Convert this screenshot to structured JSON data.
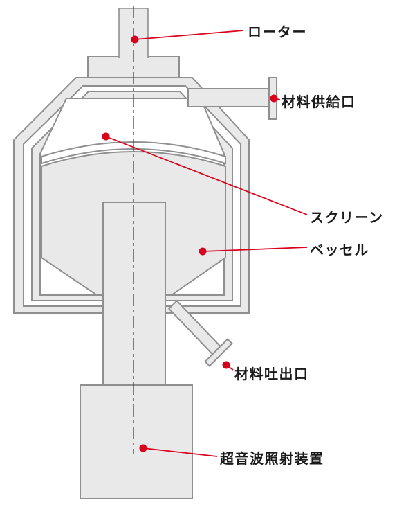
{
  "diagram": {
    "type": "cross-section schematic of an ultrasonic screening machine",
    "labels": {
      "rotor": "ローター",
      "feed_port": "材料供給口",
      "screen": "スクリーン",
      "vessel": "ベッセル",
      "discharge_port": "材料吐出口",
      "ultrasonic_device": "超音波照射装置"
    },
    "colors": {
      "leader_red": "#d9001b",
      "body_fill": "#e9e9e9",
      "outline_gray": "#8f8f8f",
      "text_ink": "#1a1a1a"
    }
  }
}
